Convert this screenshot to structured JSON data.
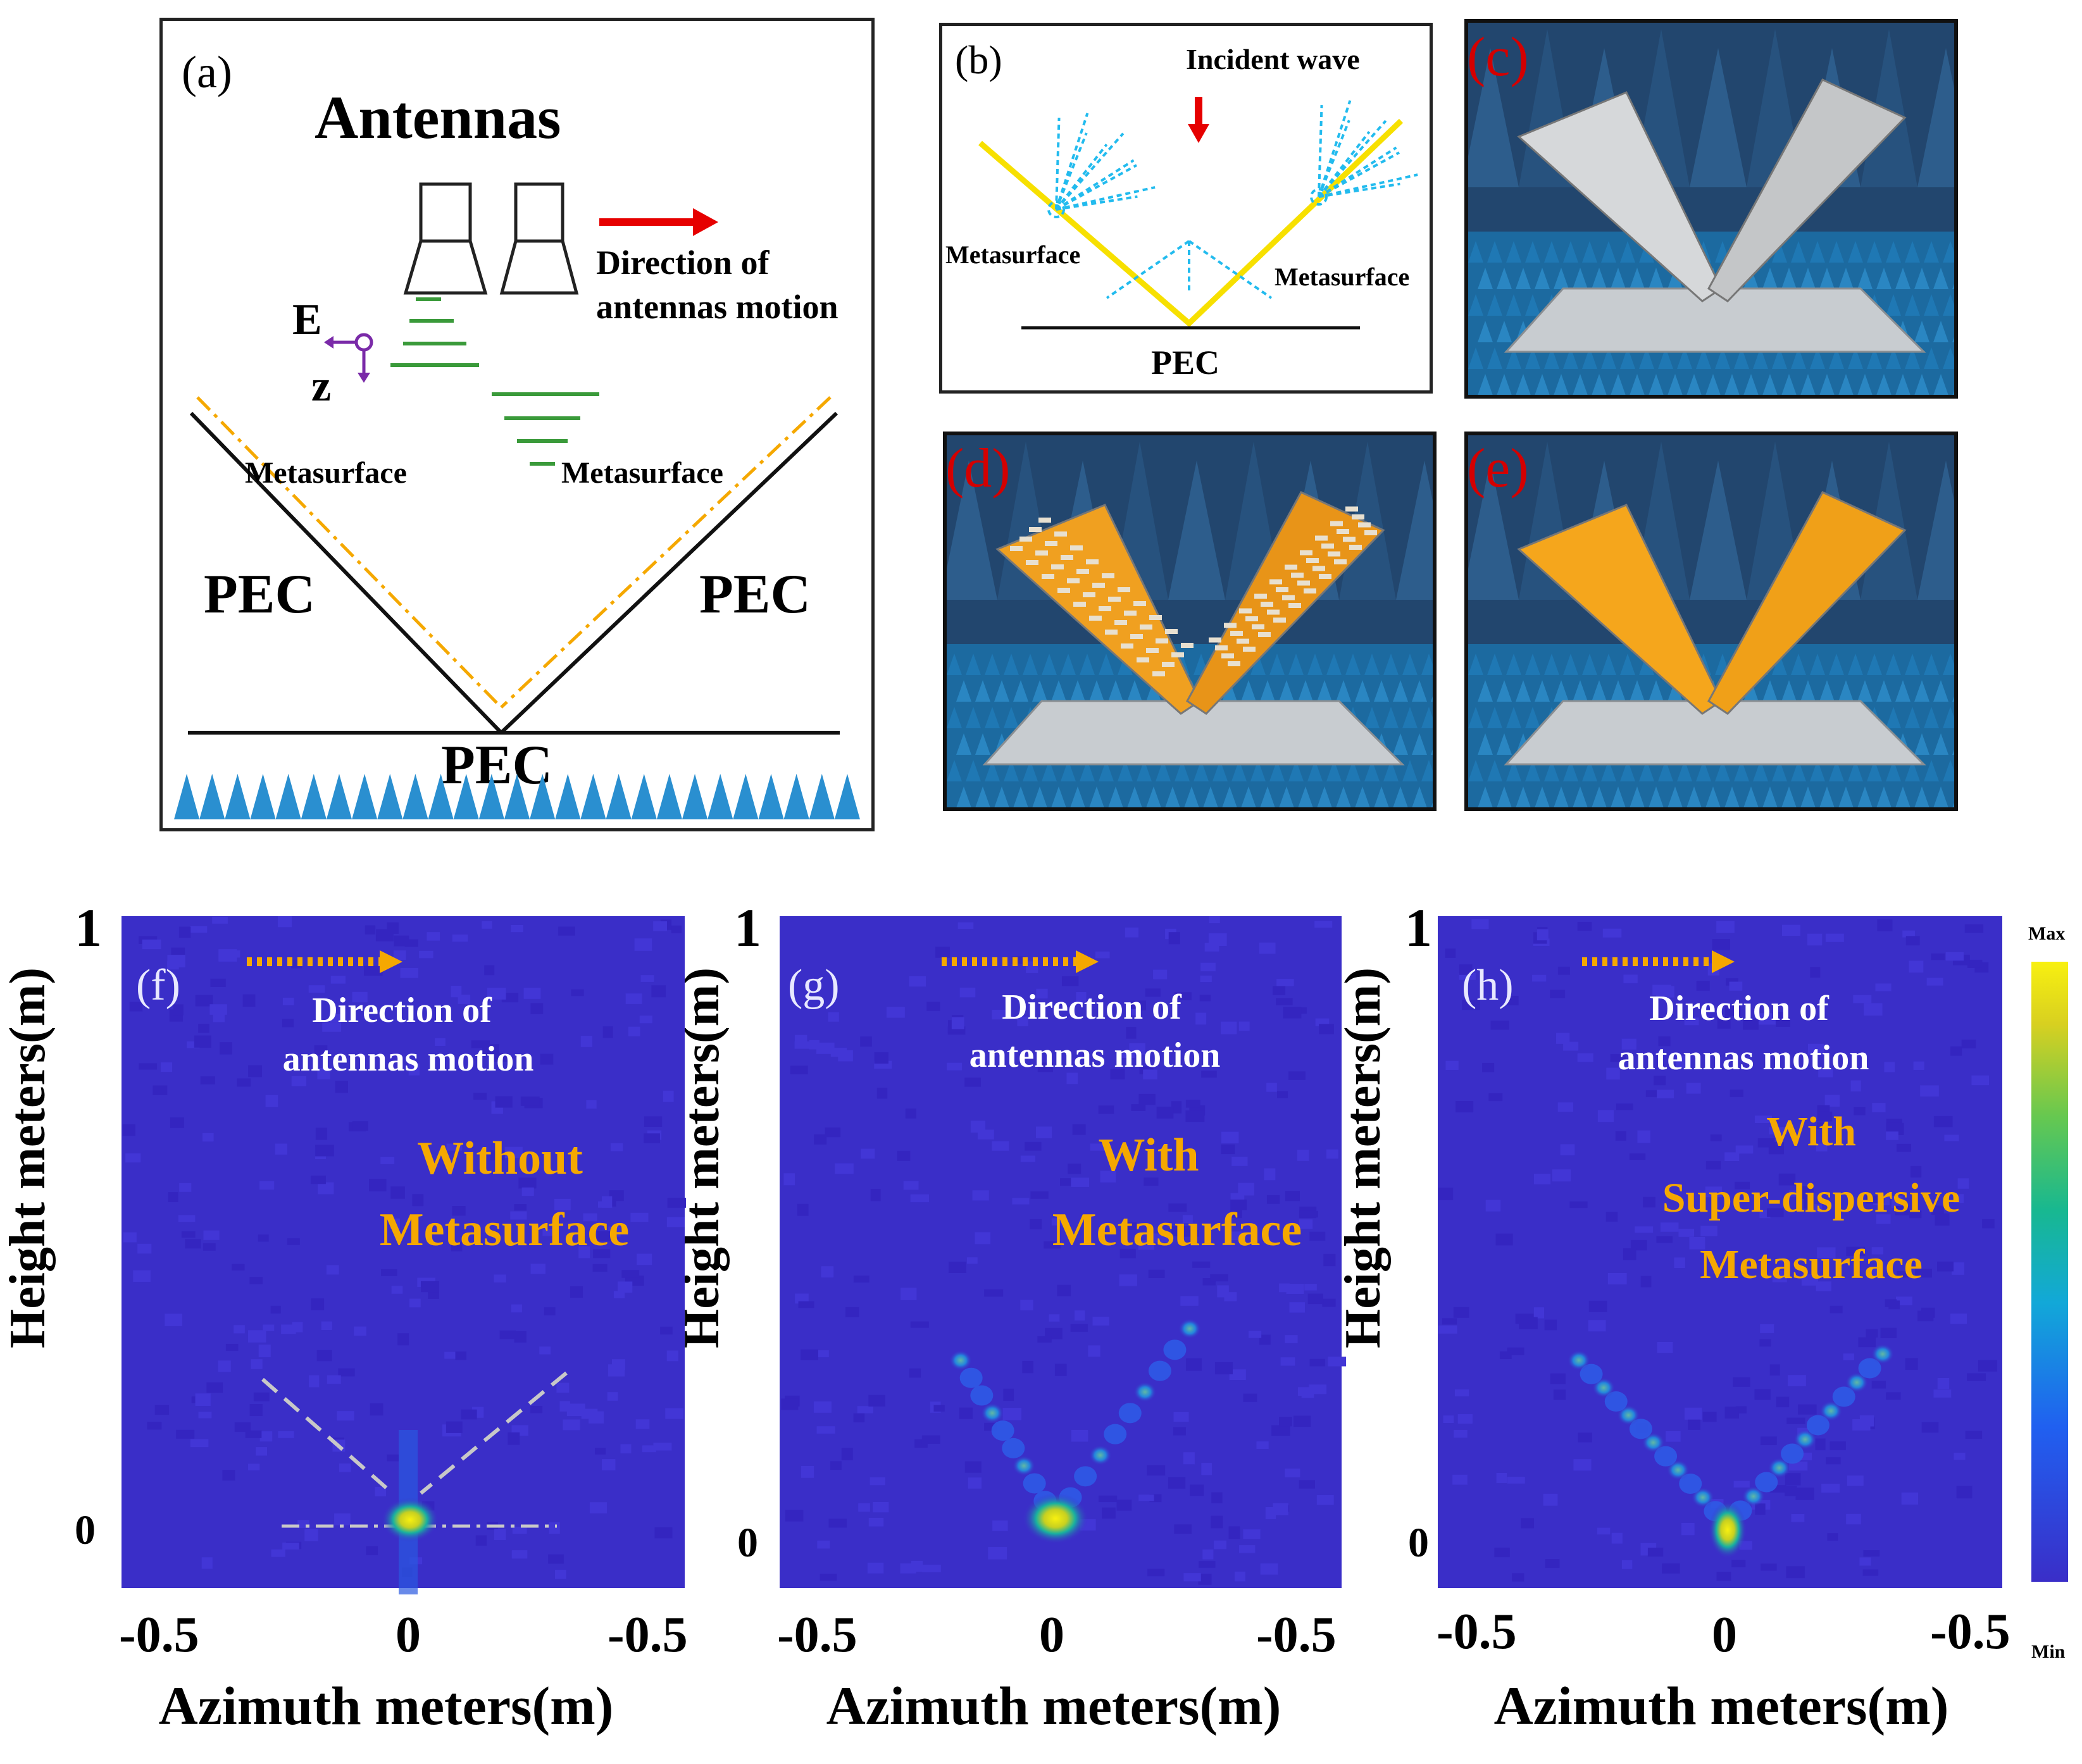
{
  "panel_a": {
    "label": "(a)",
    "title": "Antennas",
    "motion_label_line1": "Direction of",
    "motion_label_line2": "antennas motion",
    "e_label": "E",
    "z_label": "z",
    "metasurface_left": "Metasurface",
    "metasurface_right": "Metasurface",
    "pec_left": "PEC",
    "pec_right": "PEC",
    "pec_bottom": "PEC"
  },
  "panel_b": {
    "label": "(b)",
    "incident": "Incident wave",
    "metasurface_left": "Metasurface",
    "metasurface_right": "Metasurface",
    "pec": "PEC"
  },
  "photos": [
    {
      "label": "(c)",
      "plate": "gray"
    },
    {
      "label": "(d)",
      "plate": "orange-patterned"
    },
    {
      "label": "(e)",
      "plate": "orange"
    }
  ],
  "sar_images": [
    {
      "label": "(f)",
      "motion_line1": "Direction of",
      "motion_line2": "antennas motion",
      "caption": [
        "Without",
        "Metasurface"
      ]
    },
    {
      "label": "(g)",
      "motion_line1": "Direction of",
      "motion_line2": "antennas motion",
      "caption": [
        "With",
        "Metasurface"
      ]
    },
    {
      "label": "(h)",
      "motion_line1": "Direction of",
      "motion_line2": "antennas motion",
      "caption": [
        "With",
        "Super-dispersive",
        "Metasurface"
      ]
    }
  ],
  "axes": {
    "ylabel": "Height meters(m)",
    "xlabel": "Azimuth meters(m)",
    "y_ticks": [
      "1",
      "0"
    ],
    "x_ticks": [
      "-0.5",
      "0",
      "-0.5"
    ]
  },
  "colorbar": {
    "max": "Max",
    "min": "Min"
  },
  "colors": {
    "background": "#3a2ec8",
    "accent_text": "#f5a800",
    "arrow_red": "#e60000",
    "green_wave": "#3a9a3a",
    "metasurface_yellow": "#f7e000",
    "scatter_cyan": "#22bbee"
  }
}
